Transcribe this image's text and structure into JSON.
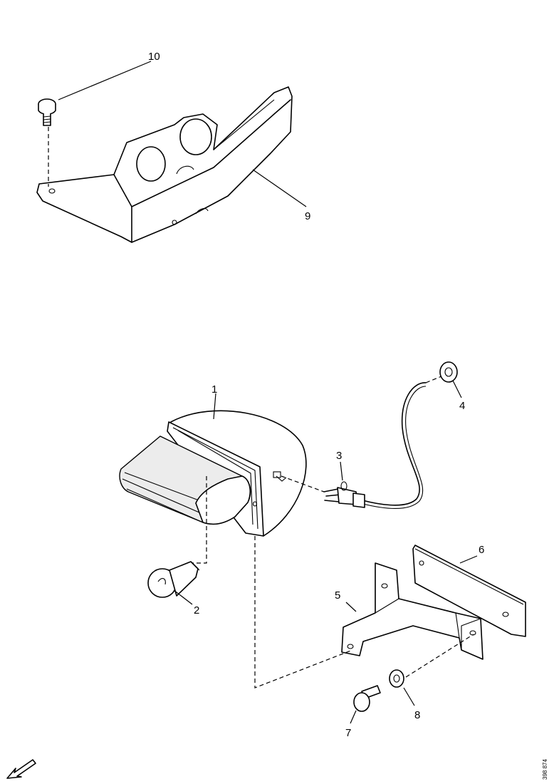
{
  "callouts": {
    "c1": "1",
    "c2": "2",
    "c3": "3",
    "c4": "4",
    "c5": "5",
    "c6": "6",
    "c7": "7",
    "c8": "8",
    "c9": "9",
    "c10": "10"
  },
  "drawing_reference": "398 874",
  "orientation_icon": "arrow-pointer-icon"
}
